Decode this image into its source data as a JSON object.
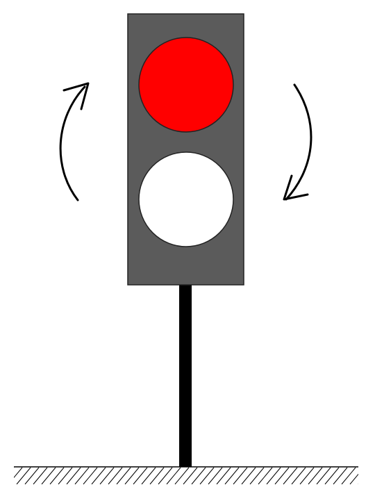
{
  "traffic_light": {
    "housing_color": "#5b5b5b",
    "pole_color": "#000000",
    "lamps": [
      {
        "position": "top",
        "state": "on",
        "color": "#ff0000"
      },
      {
        "position": "bottom",
        "state": "off",
        "color": "#ffffff"
      }
    ]
  },
  "arrows": [
    {
      "side": "left",
      "direction": "up",
      "icon": "curved-arrow-up-icon"
    },
    {
      "side": "right",
      "direction": "down",
      "icon": "curved-arrow-down-icon"
    }
  ],
  "ground": {
    "style": "hatched"
  }
}
